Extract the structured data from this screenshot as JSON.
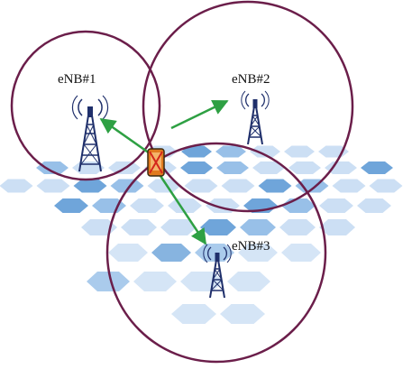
{
  "labels": {
    "enb1": "eNB#1",
    "enb2": "eNB#2",
    "enb3": "eNB#3"
  },
  "colors": {
    "cell_boundary": "#6b1e4a",
    "arrow": "#2ea043",
    "tower": "#1f2f6b",
    "hex_dark": "#5f9bd6",
    "hex_mid": "#8db9e6",
    "hex_light": "#c7dcf3",
    "ue_body": "#e07a1f",
    "ue_cross": "#d4271c"
  }
}
